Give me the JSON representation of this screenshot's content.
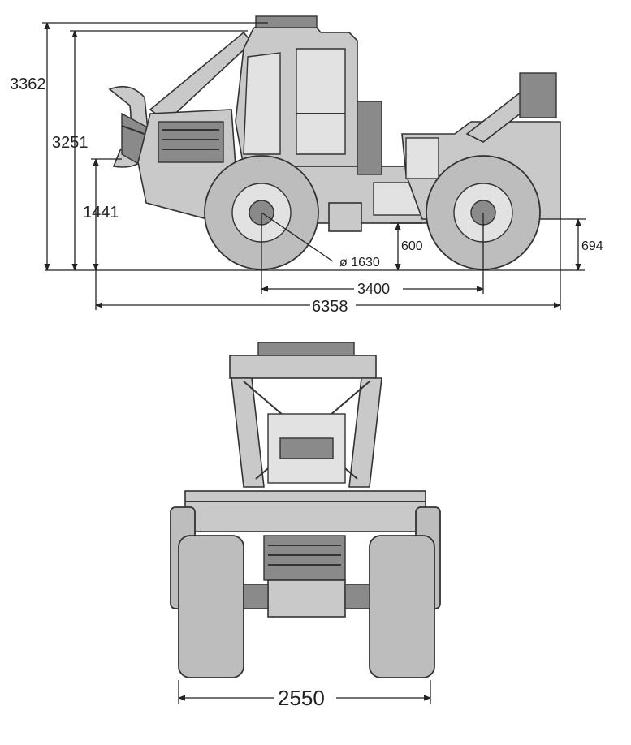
{
  "dimensions": {
    "overall_height": "3362",
    "cab_height": "3251",
    "blade_height": "1441",
    "wheel_diameter": "ø 1630",
    "axle_clearance": "600",
    "rear_clearance": "694",
    "wheelbase": "3400",
    "overall_length": "6358",
    "track_width": "2550"
  },
  "colors": {
    "line": "#222222",
    "body": "#c9c9c9",
    "tire": "#bdbdbd"
  }
}
